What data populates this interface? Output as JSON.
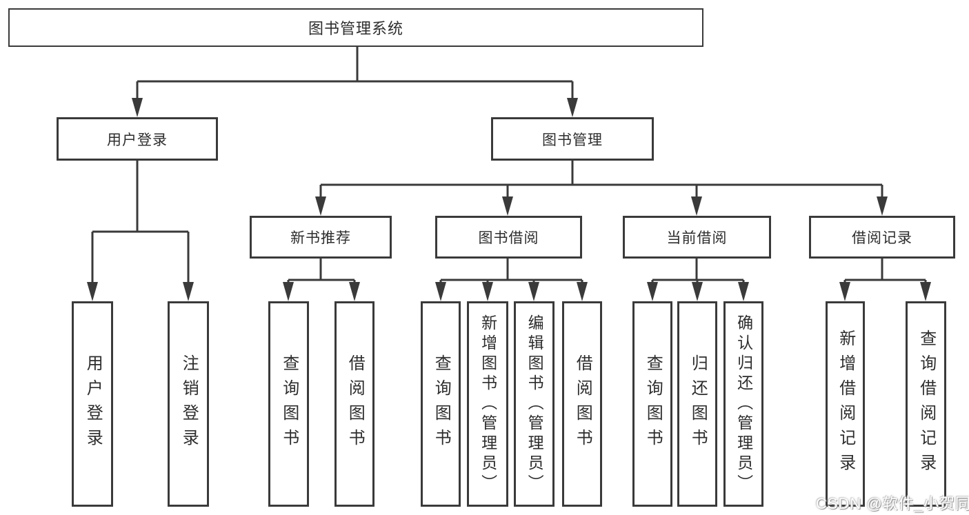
{
  "diagram": {
    "root": {
      "label": "图书管理系统"
    },
    "level2": {
      "user_login": {
        "label": "用户登录"
      },
      "book_mgmt": {
        "label": "图书管理"
      }
    },
    "level3": {
      "new_book_rec": {
        "label": "新书推荐"
      },
      "book_borrow": {
        "label": "图书借阅"
      },
      "current_borrow": {
        "label": "当前借阅"
      },
      "borrow_record": {
        "label": "借阅记录"
      }
    },
    "leaves": {
      "login_user_login": {
        "label": "用户登录"
      },
      "login_logout": {
        "label": "注销登录"
      },
      "rec_query_books": {
        "label": "查询图书"
      },
      "rec_borrow_books": {
        "label": "借阅图书"
      },
      "bor_query_books": {
        "label": "查询图书"
      },
      "bor_add_books": {
        "label": "新增图书（管理员）"
      },
      "bor_edit_books": {
        "label": "编辑图书（管理员）"
      },
      "bor_borrow_books": {
        "label": "借阅图书"
      },
      "cur_query_books": {
        "label": "查询图书"
      },
      "cur_return_books": {
        "label": "归还图书"
      },
      "cur_confirm_return": {
        "label": "确认归还（管理员）"
      },
      "hist_add_record": {
        "label": "新增借阅记录"
      },
      "hist_query_record": {
        "label": "查询借阅记录"
      }
    }
  },
  "watermark": {
    "text": "CSDN @软件_小贺同学"
  },
  "colors": {
    "line": "#3a3a3a",
    "text": "#2d2d2d",
    "background": "#ffffff",
    "watermark": "#ffffff"
  }
}
